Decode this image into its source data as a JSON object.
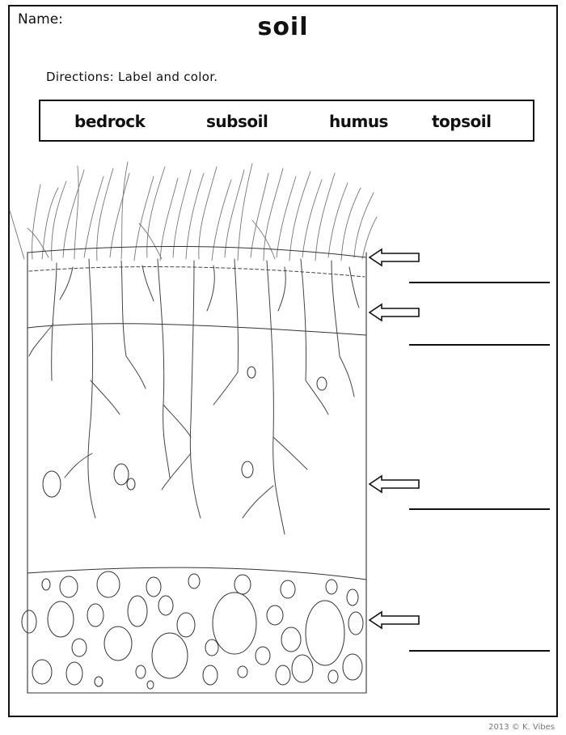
{
  "header": {
    "name_label": "Name:",
    "title": "soil"
  },
  "directions": "Directions: Label and color.",
  "word_bank": {
    "words": [
      "bedrock",
      "subsoil",
      "humus",
      "topsoil"
    ]
  },
  "diagram": {
    "arrows_count": 4,
    "answer_lines_count": 4
  },
  "footer": {
    "credit": "2013 © K. Vibes"
  }
}
